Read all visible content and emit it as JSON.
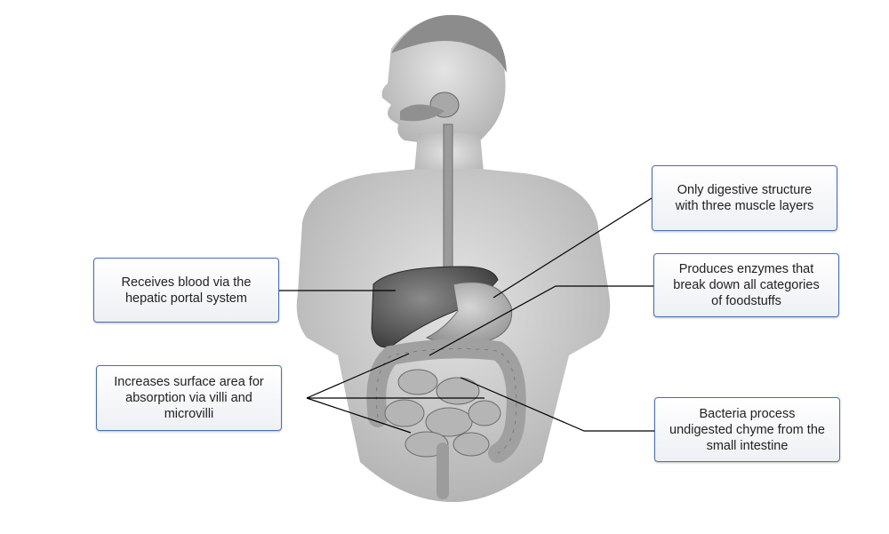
{
  "labels": {
    "stomach": "Only digestive structure\nwith three muscle layers",
    "pancreas": "Produces enzymes that\nbreak down all categories\nof foodstuffs",
    "large_intestine": "Bacteria process\nundigested chyme from the\nsmall intestine",
    "liver": "Receives blood via the\nhepatic portal system",
    "small_intestine": "Increases surface area for\nabsorption via villi and\nmicrovilli"
  },
  "colors": {
    "box_border": "#4a6fb5",
    "leader_line": "#000000",
    "figure_skin": "#bdbdbd"
  }
}
